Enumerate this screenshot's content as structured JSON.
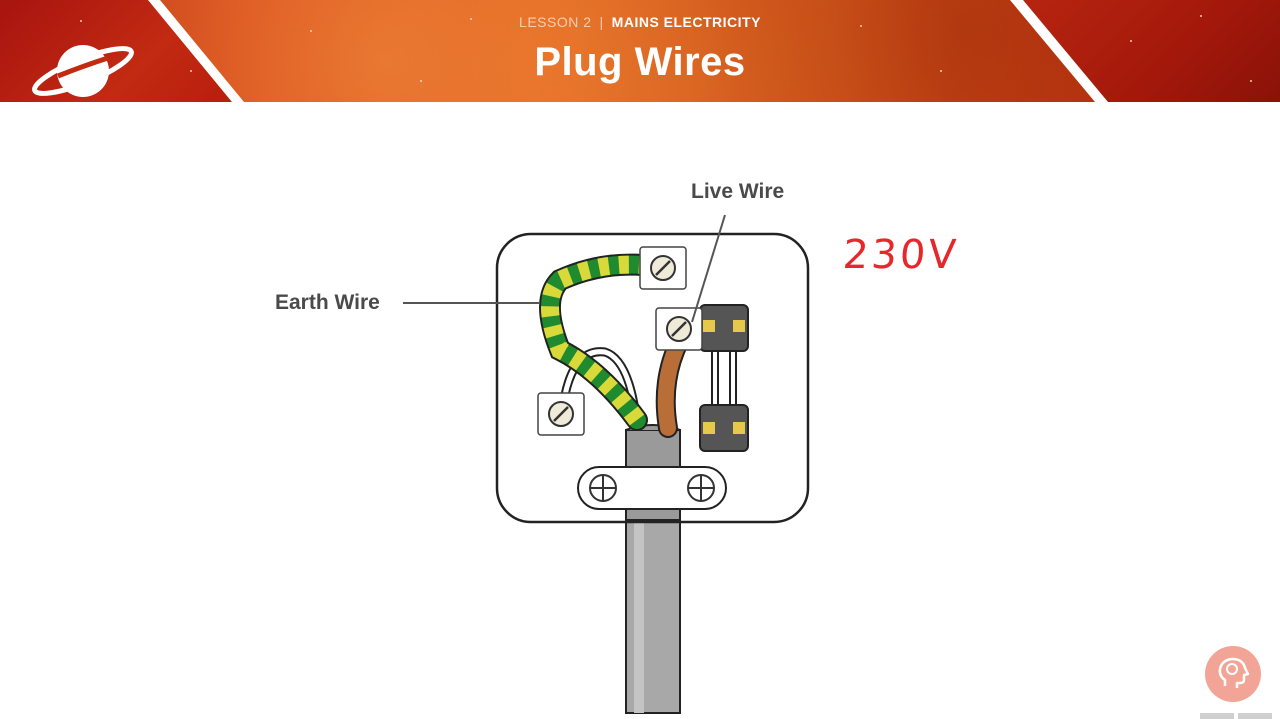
{
  "header": {
    "lesson": "LESSON 2",
    "separator": "|",
    "topic": "MAINS ELECTRICITY",
    "title": "Plug Wires"
  },
  "diagram": {
    "labels": {
      "earth": "Earth Wire",
      "live": "Live Wire"
    },
    "annotation": "230V",
    "colors": {
      "earth_green": "#1f8a2e",
      "earth_yellow": "#d9d93a",
      "live_brown": "#b86e36",
      "cable_grey": "#9a9a9a",
      "annotation_red": "#e8262b"
    }
  },
  "icons": {
    "logo": "planet-logo-icon",
    "help": "brain-head-icon"
  }
}
